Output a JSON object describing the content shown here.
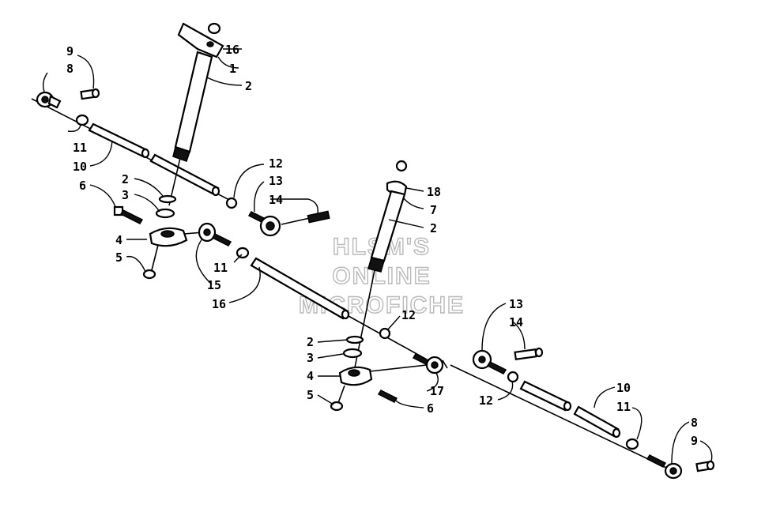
{
  "watermark": {
    "line1": "HLSM'S",
    "line2": "ONLINE",
    "line3": "MICROFICHE"
  },
  "callouts": {
    "a": "9",
    "b": "8",
    "c": "11",
    "d": "10",
    "e": "16",
    "f": "1",
    "g": "2",
    "h": "12",
    "i": "13",
    "j": "14",
    "k": "2",
    "l": "3",
    "m": "6",
    "n": "4",
    "o": "5",
    "p": "11",
    "q": "15",
    "r": "16",
    "s": "18",
    "t": "7",
    "u": "2",
    "v": "12",
    "w": "2",
    "x": "3",
    "y": "4",
    "z": "5",
    "aa": "17",
    "ab": "6",
    "ac": "13",
    "ad": "14",
    "ae": "12",
    "af": "10",
    "ag": "11",
    "ah": "8",
    "ai": "9"
  }
}
